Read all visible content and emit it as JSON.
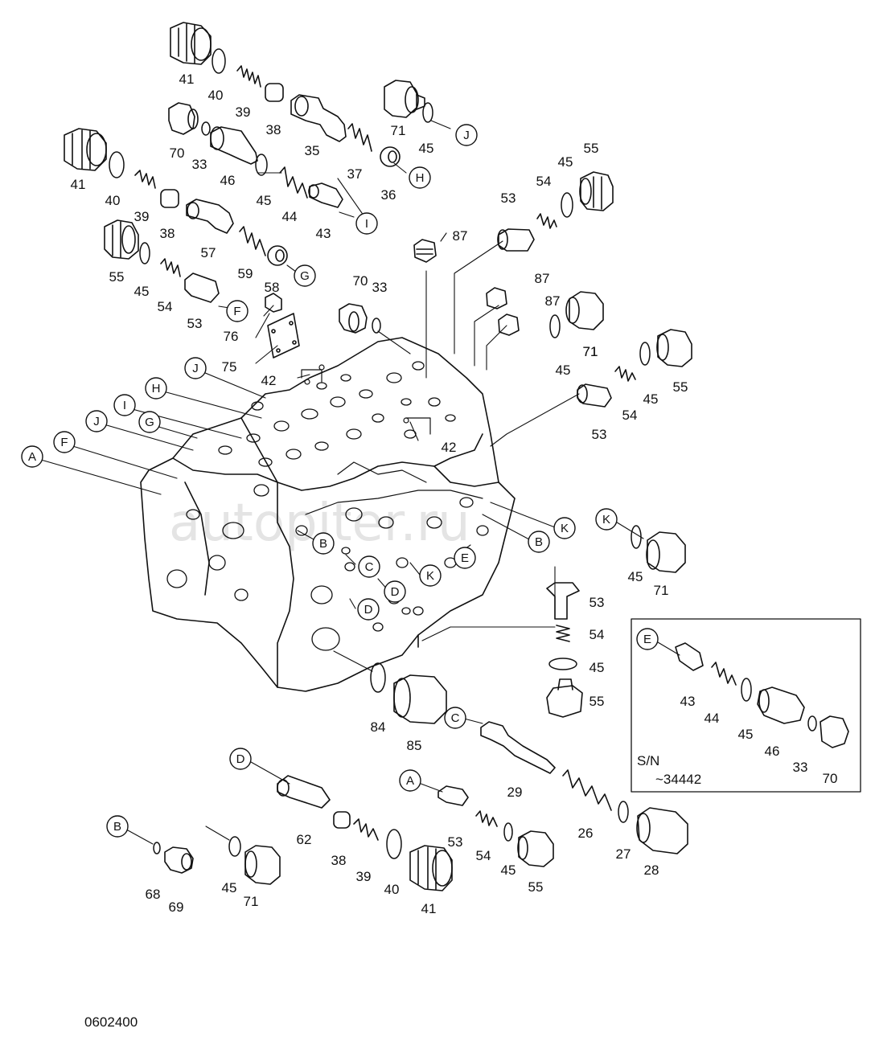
{
  "figure_number": "0602400",
  "watermark": "autopiter.ru",
  "inset": {
    "serial_label": "S/N",
    "serial_range": "~34442"
  },
  "part_labels": [
    "41",
    "40",
    "39",
    "38",
    "35",
    "37",
    "36",
    "71",
    "45",
    "70",
    "33",
    "46",
    "45",
    "44",
    "43",
    "41",
    "40",
    "39",
    "38",
    "57",
    "59",
    "58",
    "55",
    "45",
    "54",
    "53",
    "53",
    "54",
    "45",
    "55",
    "87",
    "70",
    "33",
    "87",
    "87",
    "71",
    "45",
    "76",
    "75",
    "42",
    "42",
    "71",
    "55",
    "45",
    "54",
    "53",
    "45",
    "71",
    "53",
    "54",
    "45",
    "55",
    "43",
    "44",
    "45",
    "46",
    "33",
    "70",
    "84",
    "85",
    "29",
    "26",
    "27",
    "28",
    "62",
    "53",
    "54",
    "45",
    "55",
    "68",
    "69",
    "45",
    "71",
    "38",
    "39",
    "40",
    "41"
  ],
  "reference_labels": [
    "J",
    "H",
    "I",
    "G",
    "F",
    "J",
    "H",
    "I",
    "J",
    "G",
    "F",
    "A",
    "B",
    "C",
    "D",
    "D",
    "K",
    "E",
    "B",
    "K",
    "K",
    "E",
    "C",
    "D",
    "A",
    "B"
  ]
}
